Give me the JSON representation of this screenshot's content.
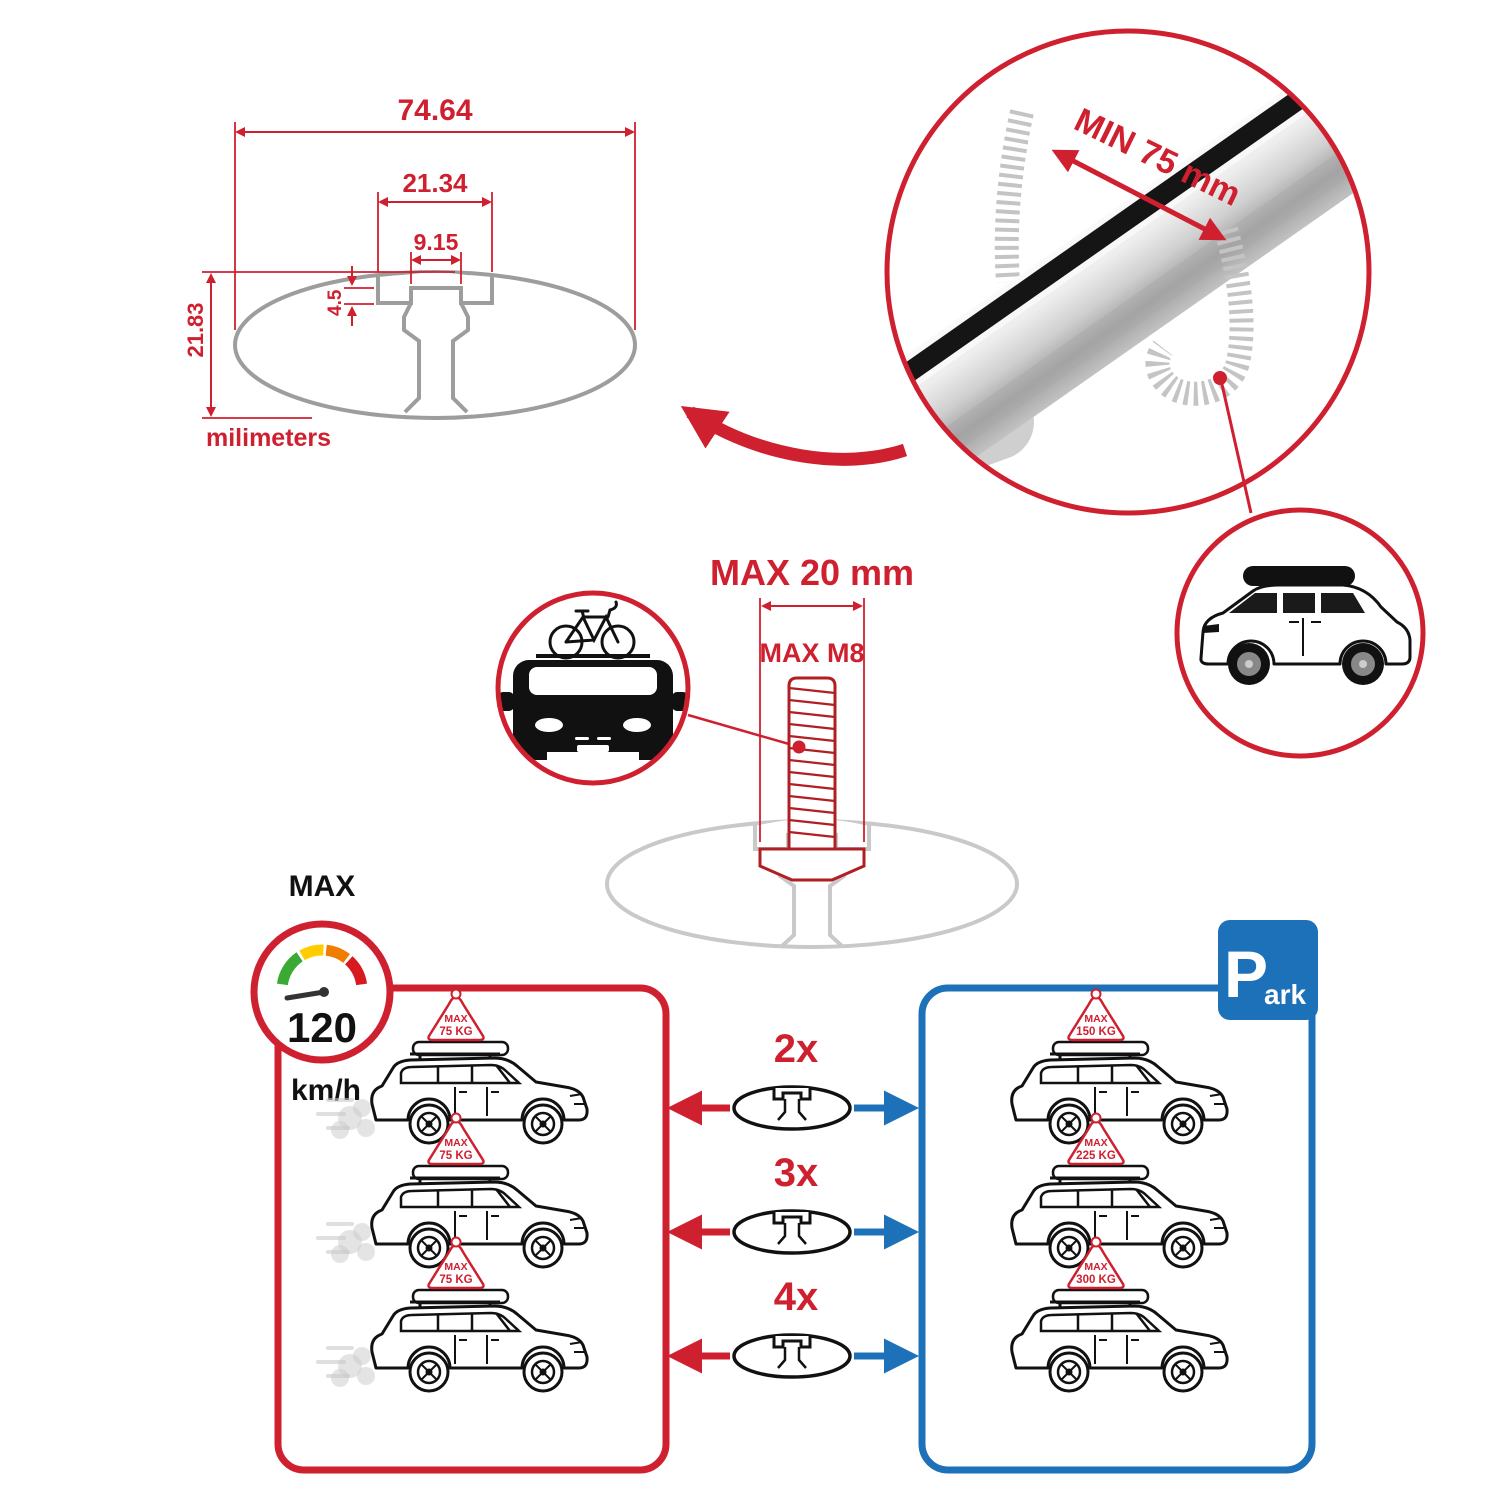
{
  "colors": {
    "red": "#cf2030",
    "blue": "#1d71b8",
    "gray": "#9d9d9c",
    "light_gray": "#c9c9c9",
    "black": "#111111",
    "gauge_green": "#3aaa35",
    "gauge_yellow": "#ffcc00",
    "gauge_orange": "#f07d00",
    "gauge_red": "#d91920"
  },
  "cross_section": {
    "dim_total_width": "74.64",
    "dim_slot_outer_width": "21.34",
    "dim_slot_inner_width": "9.15",
    "dim_lip_height": "4.5",
    "dim_total_height": "21.83",
    "unit_label": "milimeters"
  },
  "bar_detail": {
    "min_span_label": "MIN 75 mm"
  },
  "bolt": {
    "max_length_label": "MAX 20 mm",
    "max_thread_label": "MAX M8"
  },
  "speed_limit": {
    "title": "MAX",
    "value": "120",
    "unit": "km/h"
  },
  "parking_sign": {
    "letter": "P",
    "suffix": "ark"
  },
  "multipliers": [
    "2x",
    "3x",
    "4x"
  ],
  "driving_panel": {
    "cars": [
      {
        "tag_title": "MAX",
        "tag_weight": "75 KG"
      },
      {
        "tag_title": "MAX",
        "tag_weight": "75 KG"
      },
      {
        "tag_title": "MAX",
        "tag_weight": "75 KG"
      }
    ]
  },
  "parking_panel": {
    "cars": [
      {
        "tag_title": "MAX",
        "tag_weight": "150 KG"
      },
      {
        "tag_title": "MAX",
        "tag_weight": "225 KG"
      },
      {
        "tag_title": "MAX",
        "tag_weight": "300 KG"
      }
    ]
  }
}
